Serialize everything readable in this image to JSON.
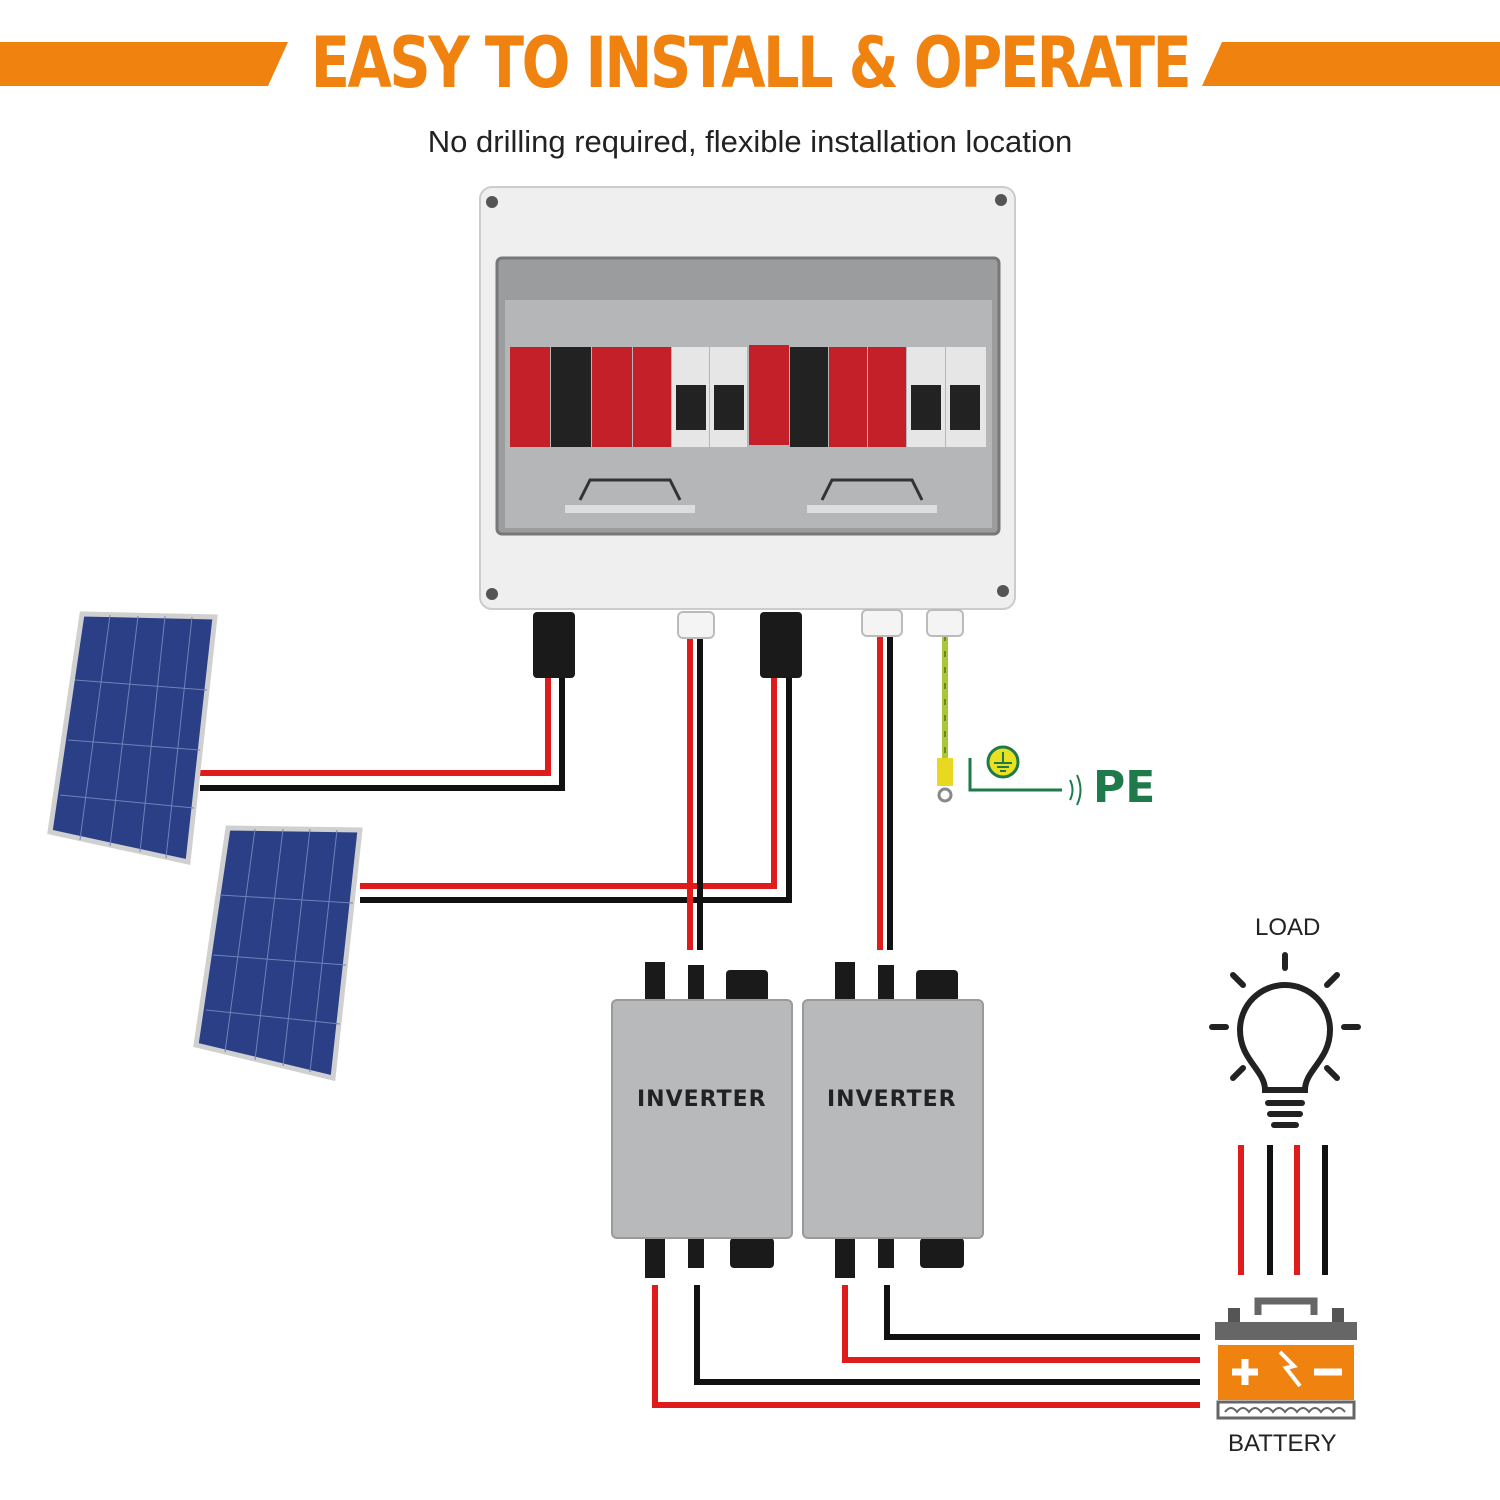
{
  "header": {
    "title": "EASY TO INSTALL & OPERATE",
    "subtitle": "No drilling required, flexible installation location",
    "accent_color": "#f08210"
  },
  "diagram": {
    "ground_label": "PE",
    "inverters": [
      {
        "label": "INVERTER"
      },
      {
        "label": "INVERTER"
      }
    ],
    "load_label": "LOAD",
    "battery_label": "BATTERY",
    "wire_colors": {
      "positive": "#e01b1b",
      "negative": "#111111",
      "ground": "#a8c83a",
      "ground_symbol": "#1e7a4a"
    },
    "icons": [
      "solar-panel",
      "combiner-box",
      "inverter",
      "light-bulb-icon",
      "battery-icon",
      "ground-icon"
    ]
  }
}
